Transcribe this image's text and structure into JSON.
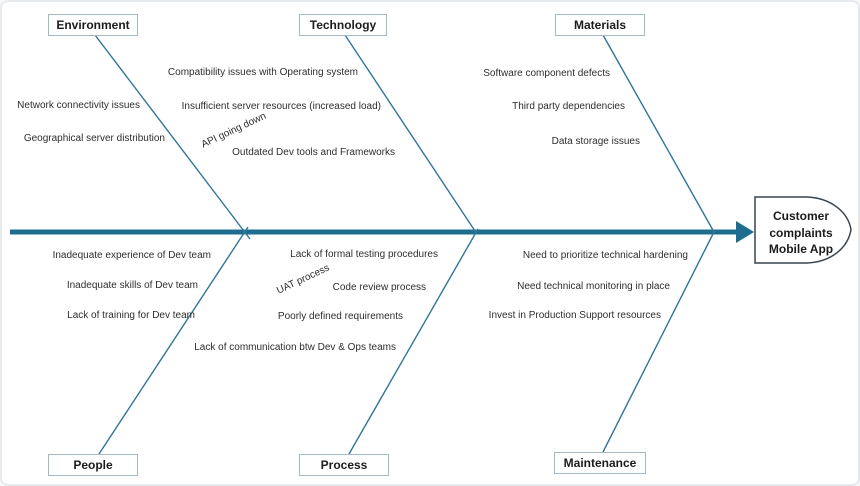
{
  "fishbone": {
    "effect": {
      "label": "Customer complaints Mobile App",
      "lines": [
        "Customer",
        "complaints",
        "Mobile App"
      ]
    },
    "categories": {
      "environment": {
        "label": "Environment",
        "causes": [
          "Network connectivity issues",
          "Geographical server distribution"
        ]
      },
      "technology": {
        "label": "Technology",
        "causes": [
          "Compatibility issues with Operating system",
          "Insufficient server resources (increased load)",
          "API going down",
          "Outdated Dev tools and Frameworks"
        ]
      },
      "materials": {
        "label": "Materials",
        "causes": [
          "Software component defects",
          "Third party dependencies",
          "Data storage issues"
        ]
      },
      "people": {
        "label": "People",
        "causes": [
          "Inadequate experience of Dev team",
          "Inadequate skills of Dev team",
          "Lack of training for Dev team"
        ]
      },
      "process": {
        "label": "Process",
        "causes": [
          "Lack of formal testing procedures",
          "UAT process",
          "Code review process",
          "Poorly defined requirements",
          "Lack of communication btw Dev & Ops teams"
        ]
      },
      "maintenance": {
        "label": "Maintenance",
        "causes": [
          "Need to prioritize technical hardening",
          "Need technical monitoring in place",
          "Invest in Production Support resources"
        ]
      }
    }
  },
  "colors": {
    "spine": "#1e6c8e",
    "bone": "#2f7699",
    "category_border": "#a3bac4",
    "effect_border": "#3a454e",
    "text": "#2e2e2e",
    "heading_text": "#1c1c1c",
    "background": "#ffffff",
    "frame_border": "#e7eaec"
  }
}
